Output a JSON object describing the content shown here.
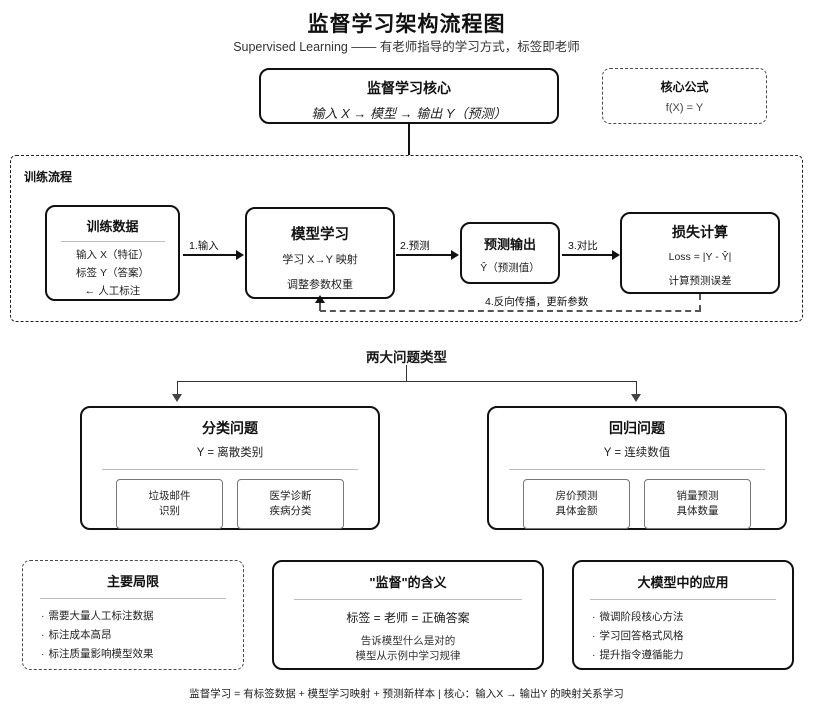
{
  "header": {
    "title": "监督学习架构流程图",
    "subtitle": "Supervised Learning —— 有老师指导的学习方式，标签即老师"
  },
  "core": {
    "title": "监督学习核心",
    "subtitle": "输入 X → 模型 → 输出 Y（预测）"
  },
  "formula": {
    "title": "核心公式",
    "body": "f(X) = Y"
  },
  "training": {
    "label": "训练流程",
    "train_data": {
      "title": "训练数据",
      "lines": [
        "输入 X（特征）",
        "标签 Y（答案）",
        "← 人工标注"
      ]
    },
    "model": {
      "title": "模型学习",
      "lines": [
        "学习 X→Y 映射",
        "调整参数权重"
      ]
    },
    "prediction": {
      "title": "预测输出",
      "lines": [
        "Ŷ（预测值）"
      ]
    },
    "loss": {
      "title": "损失计算",
      "lines": [
        "Loss = |Y - Ŷ|",
        "计算预测误差"
      ]
    },
    "arrows": {
      "a1": "1.输入",
      "a2": "2.预测",
      "a3": "3.对比",
      "backprop": "4.反向传播，更新参数"
    }
  },
  "branch": {
    "title": "两大问题类型"
  },
  "problem_types": [
    {
      "title": "分类问题",
      "subtitle": "Y = 离散类别",
      "examples": [
        [
          "垃圾邮件",
          "识别"
        ],
        [
          "医学诊断",
          "疾病分类"
        ]
      ]
    },
    {
      "title": "回归问题",
      "subtitle": "Y = 连续数值",
      "examples": [
        [
          "房价预测",
          "具体金额"
        ],
        [
          "销量预测",
          "具体数量"
        ]
      ]
    }
  ],
  "bottom": {
    "limits": {
      "title": "主要局限",
      "items": [
        "需要大量人工标注数据",
        "标注成本高昂",
        "标注质量影响模型效果"
      ]
    },
    "meaning": {
      "title": "\"监督\"的含义",
      "main": "标签 = 老师 = 正确答案",
      "sub": [
        "告诉模型什么是对的",
        "模型从示例中学习规律"
      ]
    },
    "llm": {
      "title": "大模型中的应用",
      "items": [
        "微调阶段核心方法",
        "学习回答格式风格",
        "提升指令遵循能力"
      ]
    }
  },
  "footer": {
    "text": "监督学习 = 有标签数据 + 模型学习映射 + 预测新样本 | 核心：输入X → 输出Y 的映射关系学习"
  },
  "colors": {
    "ink": "#111111",
    "rule": "#bdbdbd",
    "dashed": "#4a4a4a",
    "background": "#ffffff"
  }
}
